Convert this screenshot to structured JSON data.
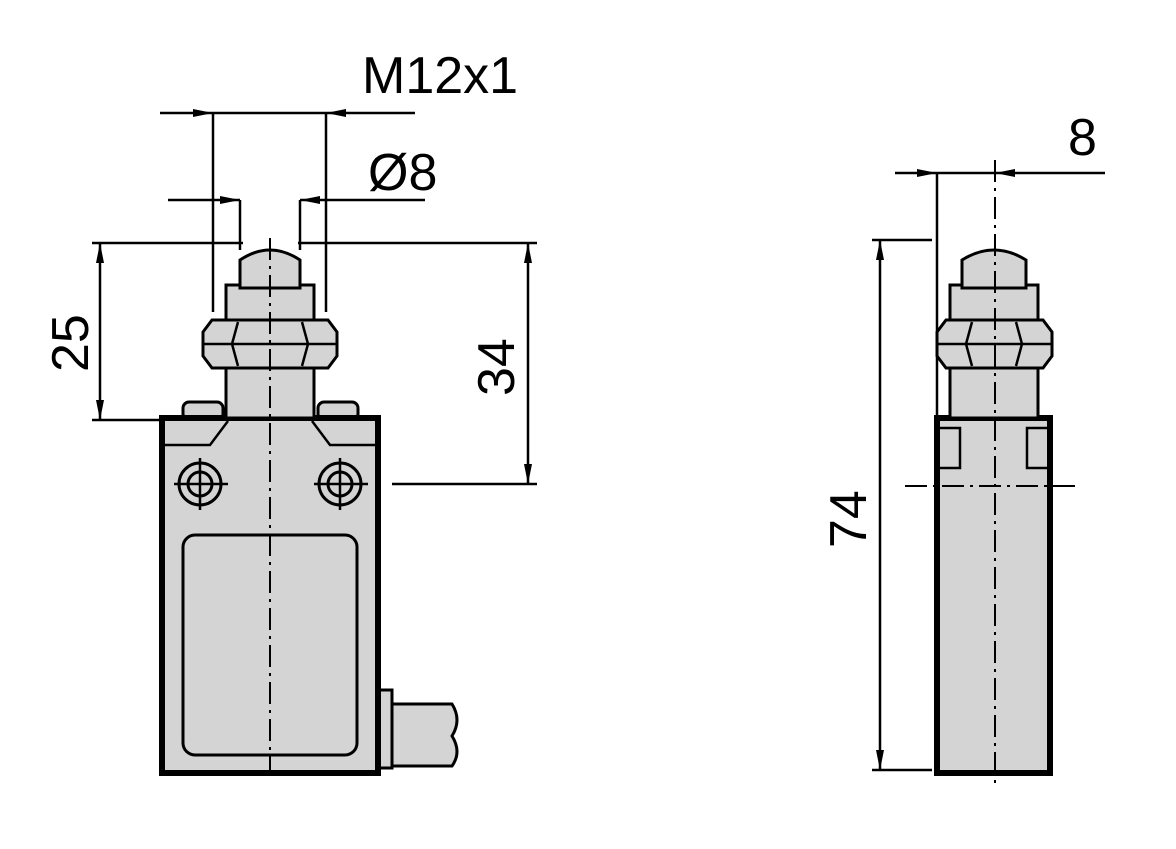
{
  "drawing": {
    "dimensions": {
      "thread": "M12x1",
      "plunger_diameter": "Ø8",
      "height_25": "25",
      "height_34": "34",
      "width_8": "8",
      "length_74": "74"
    },
    "colors": {
      "body": "#d4d4d4",
      "line": "#000000"
    }
  }
}
